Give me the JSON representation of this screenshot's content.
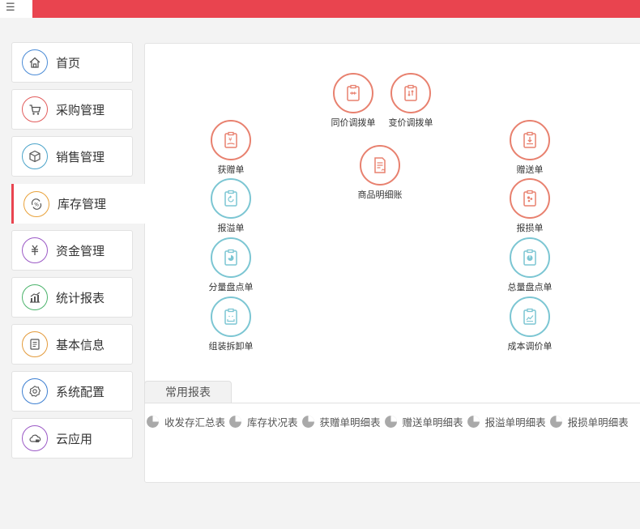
{
  "topbar": {
    "menu_icon": "hamburger-icon",
    "accent": "#e9444f"
  },
  "sidebar": {
    "items": [
      {
        "label": "首页",
        "icon": "home-icon",
        "color": "#4a8bd6"
      },
      {
        "label": "采购管理",
        "icon": "cart-icon",
        "color": "#e25c5c"
      },
      {
        "label": "销售管理",
        "icon": "box-icon",
        "color": "#4aa3c9"
      },
      {
        "label": "库存管理",
        "icon": "inventory-icon",
        "color": "#e9a23b",
        "active": true
      },
      {
        "label": "资金管理",
        "icon": "money-icon",
        "color": "#9b59c6"
      },
      {
        "label": "统计报表",
        "icon": "chart-icon",
        "color": "#4bb36b"
      },
      {
        "label": "基本信息",
        "icon": "doc-icon",
        "color": "#e39a3a"
      },
      {
        "label": "系统配置",
        "icon": "gear-icon",
        "color": "#3d7fd1"
      },
      {
        "label": "云应用",
        "icon": "cloud-icon",
        "color": "#9b59c6"
      }
    ]
  },
  "flow": {
    "nodes": [
      {
        "label": "同价调拨单",
        "theme": "orange"
      },
      {
        "label": "变价调拨单",
        "theme": "orange"
      },
      {
        "label": "获赠单",
        "theme": "orange"
      },
      {
        "label": "商品明细账",
        "theme": "orange"
      },
      {
        "label": "赠送单",
        "theme": "orange"
      },
      {
        "label": "报溢单",
        "theme": "teal"
      },
      {
        "label": "报损单",
        "theme": "orange"
      },
      {
        "label": "分量盘点单",
        "theme": "teal"
      },
      {
        "label": "总量盘点单",
        "theme": "teal"
      },
      {
        "label": "组装拆卸单",
        "theme": "teal"
      },
      {
        "label": "成本调价单",
        "theme": "teal"
      }
    ]
  },
  "reports_tab": {
    "title": "常用报表"
  },
  "reports": [
    "收发存汇总表",
    "库存状况表",
    "获赠单明细表",
    "赠送单明细表",
    "报溢单明细表",
    "报损单明细表"
  ]
}
